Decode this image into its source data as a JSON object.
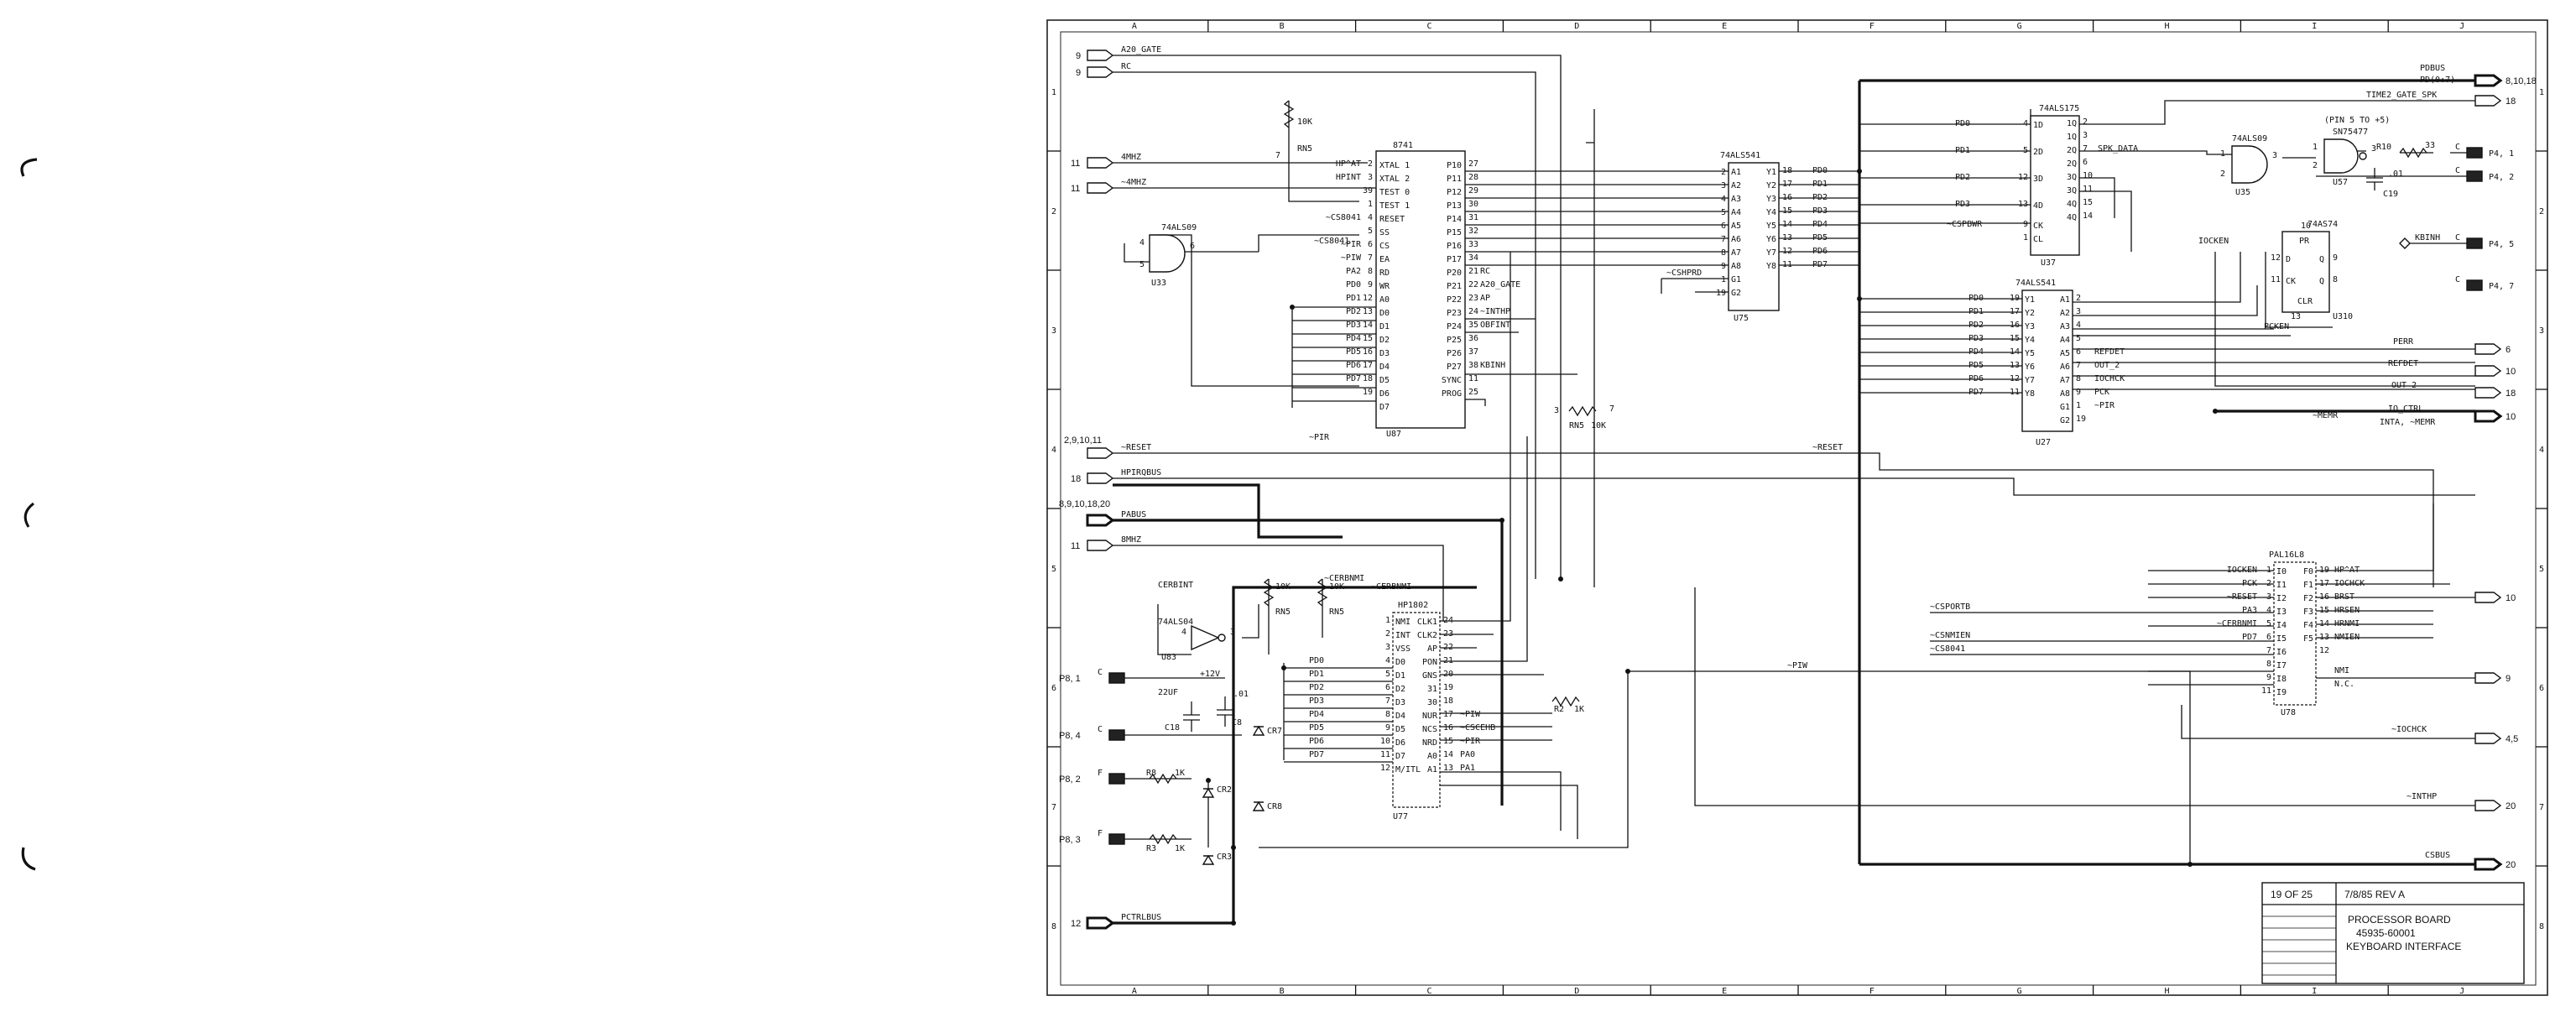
{
  "title_block": {
    "sheet": "19 OF 25",
    "date_rev": "7/8/85 REV A",
    "title1": "PROCESSOR BOARD",
    "title2": "45935-60001",
    "title3": "KEYBOARD INTERFACE"
  },
  "grid": {
    "columns": [
      "A",
      "B",
      "C",
      "D",
      "E",
      "F",
      "G",
      "H",
      "I",
      "J"
    ],
    "rows": [
      "1",
      "2",
      "3",
      "4",
      "5",
      "6",
      "7",
      "8"
    ]
  },
  "left_signals": {
    "a20_num": "9",
    "a20": "A20_GATE",
    "rc_num": "9",
    "rc": "RC",
    "mhz4_num": "11",
    "mhz4": "4MHZ",
    "mhz4n_num": "11",
    "mhz4n": "~4MHZ",
    "reset_num": "2,9,10,11",
    "reset": "~RESET",
    "hpirq_num": "18",
    "hpirq": "HPIRQBUS",
    "pabus_num": "8,9,10,18,20",
    "pabus": "PABUS",
    "mhz8_num": "11",
    "mhz8": "8MHZ",
    "pctrl_num": "12",
    "pctrl": "PCTRLBUS"
  },
  "right_signals": {
    "pdbus": "PDBUS",
    "pdbus_sub": "PD(0:7)",
    "pdbus_num": "8,10,18",
    "time2": "TIME2_GATE_SPK",
    "time2_num": "18",
    "perr": "PERR",
    "perr_num": "6",
    "refdet": "REFDET",
    "refdet_num": "10",
    "out2": "OUT_2",
    "out2_num": "18",
    "ioctrl": "IO_CTRL",
    "ioctrl_sub": "INTA, ~MEMR",
    "ioctrl_num": "10",
    "memr": "~MEMR",
    "pal_out_num": "10",
    "nmi_num": "9",
    "iochck_n": "~IOCHCK",
    "iochck_num": "4,5",
    "inthp": "~INTHP",
    "inthp_num": "20",
    "csbus": "CSBUS",
    "csbus_num": "20",
    "kbinh": "KBINH"
  },
  "connectors": {
    "p4_1": "P4, 1",
    "p4_2": "P4, 2",
    "p4_5": "P4, 5",
    "p4_7": "P4, 7",
    "p8_1": "P8, 1",
    "p8_4": "P8, 4",
    "p8_2": "P8, 2",
    "p8_3": "P8, 3",
    "pin_c": "C",
    "pin_f": "F"
  },
  "u87": {
    "name": "8741",
    "ref": "U87",
    "left_pins": [
      "2",
      "3",
      "39",
      "1",
      "4",
      "5",
      "6",
      "7",
      "8",
      "9",
      "12",
      "13",
      "14",
      "15",
      "16",
      "17",
      "18",
      "19"
    ],
    "left_labels": [
      "XTAL 1",
      "XTAL 2",
      "TEST 0",
      "TEST 1",
      "RESET",
      "SS",
      "CS",
      "EA",
      "RD",
      "WR",
      "A0",
      "D0",
      "D1",
      "D2",
      "D3",
      "D4",
      "D5",
      "D6",
      "D7"
    ],
    "left_sigs": [
      "HP^AT",
      "HPINT",
      "",
      "",
      "~CS8041",
      "",
      "~PIR",
      "~PIW",
      "PA2",
      "PD0",
      "PD1",
      "PD2",
      "PD3",
      "PD4",
      "PD5",
      "PD6",
      "PD7"
    ],
    "right_labels": [
      "P10",
      "P11",
      "P12",
      "P13",
      "P14",
      "P15",
      "P16",
      "P17",
      "P20",
      "P21",
      "P22",
      "P23",
      "P24",
      "P25",
      "P26",
      "P27",
      "SYNC",
      "PROG"
    ],
    "right_pins": [
      "27",
      "28",
      "29",
      "30",
      "31",
      "32",
      "33",
      "34",
      "21",
      "22",
      "23",
      "24",
      "35",
      "36",
      "37",
      "38",
      "11",
      "25"
    ],
    "right_sigs": [
      "",
      "",
      "",
      "",
      "",
      "",
      "",
      "",
      "RC",
      "A20_GATE",
      "AP",
      "~INTHP",
      "OBFINT",
      "",
      "",
      "KBINH",
      "",
      ""
    ]
  },
  "u75": {
    "name": "74ALS541",
    "ref": "U75",
    "in_labels": [
      "A1",
      "A2",
      "A3",
      "A4",
      "A5",
      "A6",
      "A7",
      "A8",
      "G1",
      "G2"
    ],
    "in_pins": [
      "2",
      "3",
      "4",
      "5",
      "6",
      "7",
      "8",
      "9",
      "1",
      "19"
    ],
    "out_labels": [
      "Y1",
      "Y2",
      "Y3",
      "Y4",
      "Y5",
      "Y6",
      "Y7",
      "Y8"
    ],
    "out_pins": [
      "18",
      "17",
      "16",
      "15",
      "14",
      "13",
      "12",
      "11"
    ],
    "out_sigs": [
      "PD0",
      "PD1",
      "PD2",
      "PD3",
      "PD4",
      "PD5",
      "PD6",
      "PD7"
    ],
    "g_sig": "~CSHPRD"
  },
  "u37": {
    "name": "74ALS175",
    "ref": "U37",
    "d_sigs": [
      "PD0",
      "PD1",
      "PD2",
      "PD3"
    ],
    "d_pins": [
      "4",
      "5",
      "12",
      "13"
    ],
    "d_labels": [
      "1D",
      "2D",
      "3D",
      "4D"
    ],
    "ck_label": "CK",
    "cl_label": "CL",
    "ck_pin": "9",
    "cl_pin": "1",
    "ck_sig": "~CSPBWR",
    "q_labels": [
      "1Q",
      "1Q",
      "2Q",
      "2Q",
      "3Q",
      "3Q",
      "4Q",
      "4Q"
    ],
    "q_pins": [
      "2",
      "3",
      "7",
      "6",
      "10",
      "11",
      "15",
      "14"
    ],
    "spk": "SPK_DATA"
  },
  "u27": {
    "name": "74ALS541",
    "ref": "U27",
    "in_sigs": [
      "PD0",
      "PD1",
      "PD2",
      "PD3",
      "PD4",
      "PD5",
      "PD6",
      "PD7"
    ],
    "in_pins": [
      "19",
      "17",
      "16",
      "15",
      "14",
      "13",
      "12",
      "11"
    ],
    "in_labels": [
      "Y1",
      "Y2",
      "Y3",
      "Y4",
      "Y5",
      "Y6",
      "Y7",
      "Y8"
    ],
    "out_labels": [
      "A1",
      "A2",
      "A3",
      "A4",
      "A5",
      "A6",
      "A7",
      "A8",
      "G1",
      "G2"
    ],
    "out_pins": [
      "2",
      "3",
      "4",
      "5",
      "6",
      "7",
      "8",
      "9",
      "1",
      "19"
    ],
    "out_sigs": [
      "",
      "",
      "",
      "",
      "REFDET",
      "OUT_2",
      "IOCHCK",
      "PCK",
      "~PIR",
      ""
    ]
  },
  "u33": {
    "name": "74ALS09",
    "ref": "U33",
    "pins": [
      "4",
      "5",
      "6"
    ]
  },
  "u35": {
    "name": "74ALS09",
    "ref": "U35",
    "pins": [
      "1",
      "2",
      "3"
    ]
  },
  "u57": {
    "name": "SN75477",
    "ref": "U57",
    "note": "(PIN 5 TO +5)",
    "pins": [
      "1",
      "2",
      "3"
    ]
  },
  "u310": {
    "name": "74AS74",
    "ref": "U310",
    "labels": [
      "PR",
      "D",
      "CK",
      "CLR",
      "Q",
      "Q"
    ],
    "pins": [
      "10",
      "12",
      "11",
      "13",
      "9",
      "8"
    ],
    "sig": "PCKEN"
  },
  "u77": {
    "name": "HP1802",
    "ref": "U77",
    "left_pins": [
      "1",
      "2",
      "3",
      "4",
      "5",
      "6",
      "7",
      "8",
      "9",
      "10",
      "11",
      "12"
    ],
    "left_labels": [
      "NMI",
      "INT",
      "VSS",
      "D0",
      "D1",
      "D2",
      "D3",
      "D4",
      "D5",
      "D6",
      "D7",
      "M/ITL"
    ],
    "left_sigs": [
      "",
      "",
      "",
      "PD0",
      "PD1",
      "PD2",
      "PD3",
      "PD4",
      "PD5",
      "PD6",
      "PD7",
      ""
    ],
    "right_labels": [
      "CLK1",
      "CLK2",
      "AP",
      "PON",
      "GNS",
      "31",
      "30",
      "NUR",
      "NCS",
      "NRD",
      "A0",
      "A1"
    ],
    "right_pins": [
      "24",
      "23",
      "22",
      "21",
      "20",
      "19",
      "18",
      "17",
      "16",
      "15",
      "14",
      "13"
    ],
    "right_sigs": [
      "",
      "",
      "",
      "",
      "",
      "",
      "",
      "~PIW",
      "~CSCEHB",
      "~PIR",
      "PA0",
      "PA1"
    ],
    "nmi_sig": "~CERBNMI"
  },
  "u78": {
    "name": "PAL16L8",
    "ref": "U78",
    "in_sigs": [
      "IOCKEN",
      "PCK",
      "~RESET",
      "PA3",
      "~CERBNMI",
      "PD7",
      "",
      "",
      "",
      ""
    ],
    "in_pins": [
      "1",
      "2",
      "3",
      "4",
      "5",
      "6",
      "7",
      "8",
      "9",
      "11"
    ],
    "in_labels": [
      "I0",
      "I1",
      "I2",
      "I3",
      "I4",
      "I5",
      "I6",
      "I7",
      "I8",
      "I9"
    ],
    "out_labels": [
      "F0",
      "F1",
      "F2",
      "F3",
      "F4",
      "F5"
    ],
    "out_pins": [
      "19",
      "17",
      "16",
      "15",
      "14",
      "13",
      "12"
    ],
    "out_sigs": [
      "HP^AT",
      "IOCHCK",
      "BRST",
      "HRSEN",
      "HRNMI",
      "NMIEN",
      "NMI",
      "N.C."
    ]
  },
  "u83": {
    "name": "74ALS04",
    "ref": "U83",
    "pins": [
      "4",
      "3"
    ],
    "sig": "CERBINT"
  },
  "passives": {
    "rn5a": "10K",
    "rn5a_ref": "RN5",
    "rn5a_pin": "7",
    "rn5b": "10K",
    "rn5b_ref": "RN5",
    "rn5b_pins": [
      "3",
      "7"
    ],
    "rn5c": "10K",
    "rn5c_ref": "RN5",
    "rn5d": "10K",
    "rn5d_ref": "RN5",
    "r10": "R10",
    "r10_val": "33",
    "c19": "C19",
    "c19_val": ".01",
    "c18": "C18",
    "c18_val": "22UF",
    "c8": "C8",
    "c8_val": ".01",
    "r2": "R2",
    "r2_val": "1K",
    "r8": "R8",
    "r8_val": "1K",
    "r3": "R3",
    "r3_val": "1K",
    "v12": "+12V",
    "cr7": "CR7",
    "cr2": "CR2",
    "cr8": "CR8",
    "cr3": "CR3"
  },
  "mid_signals": {
    "reset": "~RESET",
    "piw": "~PIW",
    "cspbwr": "~CSPBWR",
    "csportb": "~CSPORTB",
    "csnmien": "~CSNMIEN",
    "cs8041": "~CS8041",
    "iocken": "IOCKEN",
    "cerbnmi": "~CERBNMI",
    "pir": "~PIR",
    "pa3": "PA3"
  }
}
